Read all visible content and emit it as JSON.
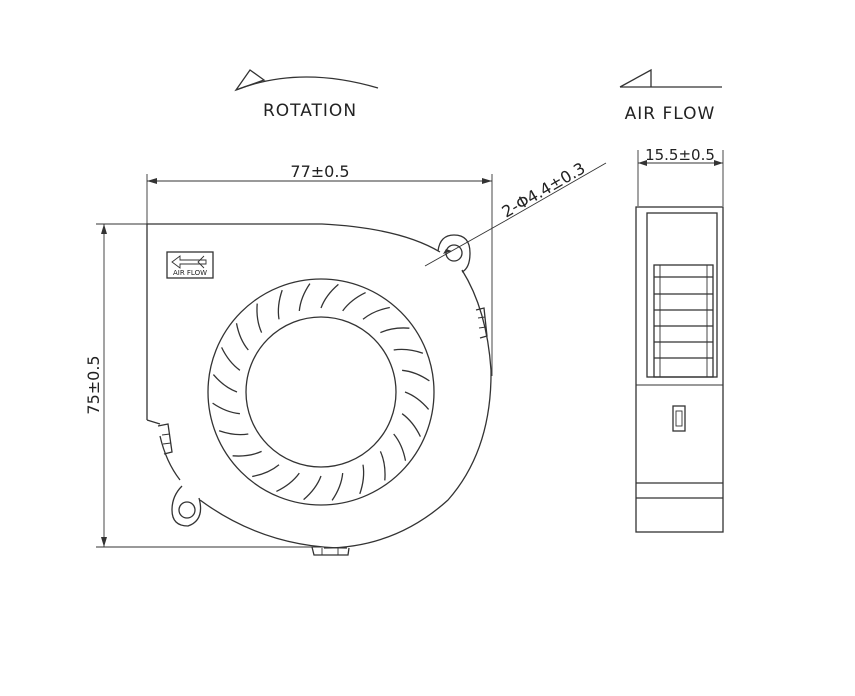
{
  "labels": {
    "rotation": "ROTATION",
    "air_flow": "AIR FLOW",
    "air_flow_badge": "AIR FLOW"
  },
  "dimensions": {
    "width": "77±0.5",
    "height": "75±0.5",
    "thickness": "15.5±0.5",
    "hole": "2-Φ4.4±0.3"
  },
  "colors": {
    "line": "#333333",
    "background": "#ffffff"
  }
}
